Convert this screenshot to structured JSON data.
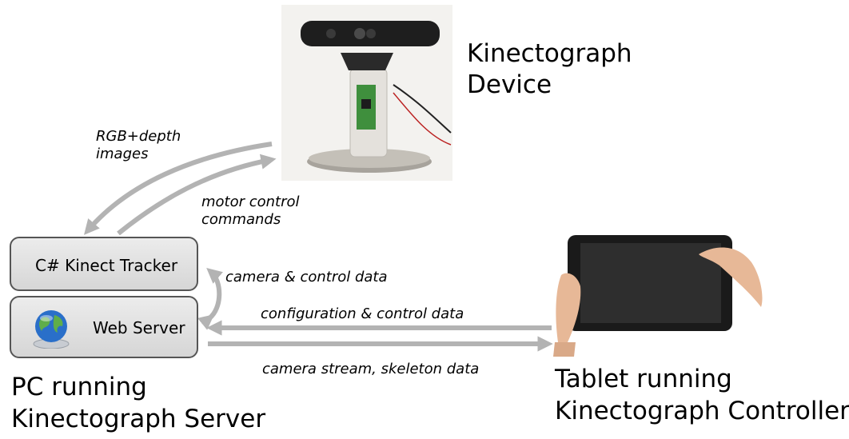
{
  "device": {
    "title_line1": "Kinectograph",
    "title_line2": "Device"
  },
  "arrows": {
    "rgb_depth_line1": "RGB+depth",
    "rgb_depth_line2": "images",
    "motor_line1": "motor control",
    "motor_line2": "commands",
    "camera_control": "camera & control data",
    "configuration_control": "configuration & control data",
    "camera_stream": "camera stream, skeleton data"
  },
  "pc": {
    "tracker_label": "C# Kinect Tracker",
    "web_server_label": "Web Server",
    "title_line1": "PC running",
    "title_line2": "Kinectograph Server"
  },
  "tablet": {
    "title_line1": "Tablet running",
    "title_line2": "Kinectograph Controller"
  },
  "colors": {
    "arrow": "#b3b3b3",
    "box_border": "#555555",
    "globe": "#2a6fc9"
  }
}
